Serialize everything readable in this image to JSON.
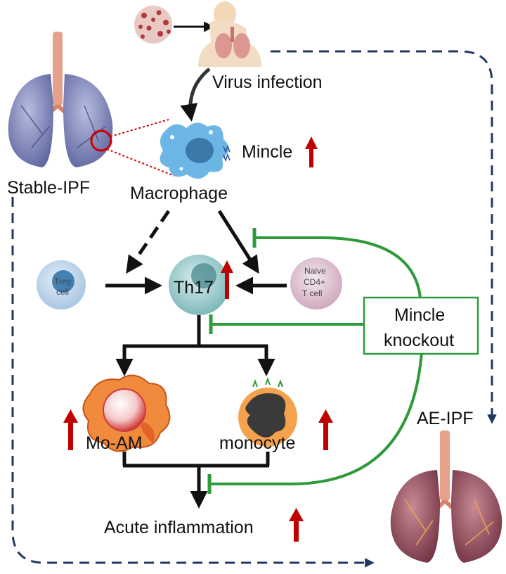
{
  "labels": {
    "virus_infection": "Virus infection",
    "stable_ipf": "Stable-IPF",
    "macrophage": "Macrophage",
    "mincle": "Mincle",
    "th17": "Th17",
    "treg_line1": "Treg",
    "treg_line2": "cell",
    "naive_line1": "Naive",
    "naive_line2": "CD4+",
    "naive_line3": "T cell",
    "knockout_line1": "Mincle",
    "knockout_line2": "knockout",
    "mo_am": "Mo-AM",
    "monocyte": "monocyte",
    "acute_inflammation": "Acute inflammation",
    "ae_ipf": "AE-IPF"
  },
  "colors": {
    "up_arrow": "#c00000",
    "inhibition": "#2e9a3a",
    "dashed_path": "#1f3864",
    "stable_lung": "#7f86b8",
    "ae_lung": "#8c4a5a",
    "airway": "#e88a6a",
    "macrophage": "#6cb6e6",
    "th17_cell": "#8fc7c7",
    "treg_cell": "#b9d4ea",
    "naive_cell": "#e0c8d6",
    "mo_am_cell": "#f08a3c",
    "monocyte_cell": "#f4a24e"
  },
  "icons": [
    "virus-icon",
    "infected-person-icon",
    "stable-ipf-lung-icon",
    "macrophage-icon",
    "th17-cell-icon",
    "treg-cell-icon",
    "naive-t-cell-icon",
    "mo-am-cell-icon",
    "monocyte-icon",
    "ae-ipf-lung-icon",
    "up-arrow-icon",
    "inhibition-bar-icon"
  ]
}
